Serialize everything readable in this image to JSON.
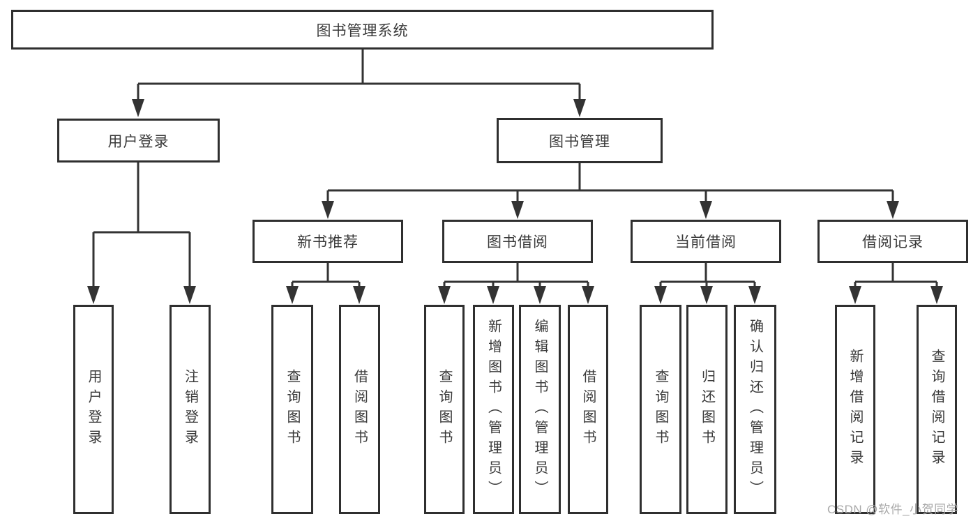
{
  "diagram": {
    "root": {
      "label": "图书管理系统"
    },
    "level2": [
      {
        "id": "user-login",
        "label": "用户登录"
      },
      {
        "id": "book-management",
        "label": "图书管理"
      }
    ],
    "level3": [
      {
        "id": "new-book-recommend",
        "label": "新书推荐"
      },
      {
        "id": "book-borrow",
        "label": "图书借阅"
      },
      {
        "id": "current-borrow",
        "label": "当前借阅"
      },
      {
        "id": "borrow-records",
        "label": "借阅记录"
      }
    ],
    "leaves": {
      "user_login": [
        "用户登录",
        "注销登录"
      ],
      "new_book_recommend": [
        "查询图书",
        "借阅图书"
      ],
      "book_borrow": [
        "查询图书",
        "新增图书（管理员）",
        "编辑图书（管理员）",
        "借阅图书"
      ],
      "current_borrow": [
        "查询图书",
        "归还图书",
        "确认归还（管理员）"
      ],
      "borrow_records": [
        "新增借阅记录",
        "查询借阅记录"
      ]
    },
    "colors": {
      "line": "#333333",
      "box_border": "#2f2f2f",
      "box_background": "#ffffff",
      "text": "#3a3a3a",
      "watermark": "#a9a9a9"
    }
  },
  "watermark": {
    "text": "CSDN @软件_小贺同学"
  }
}
